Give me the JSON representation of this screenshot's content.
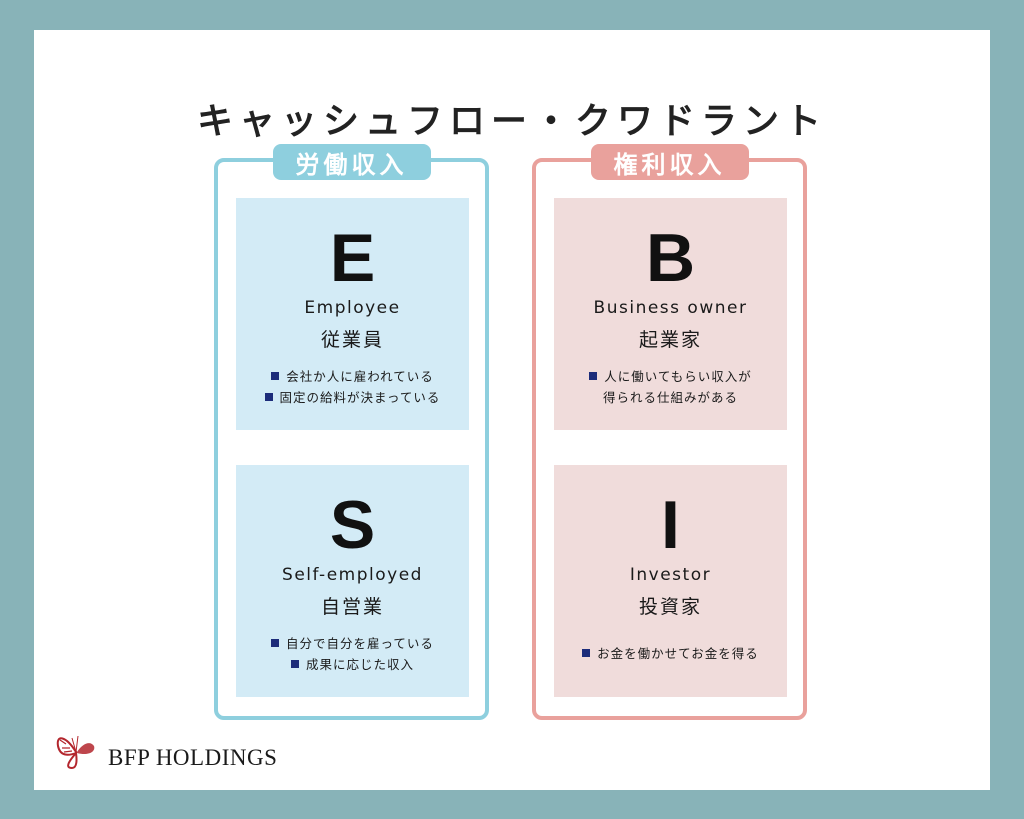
{
  "title": "キャッシュフロー・クワドラント",
  "colors": {
    "frame": "#88b3b8",
    "labor": "#8ecfde",
    "rights": "#e9a19c",
    "bullet": "#1c2c7a"
  },
  "groups": {
    "left": {
      "tag": "労働収入",
      "top": {
        "letter": "E",
        "en": "Employee",
        "ja": "従業員",
        "bullets": [
          "会社か人に雇われている",
          "固定の給料が決まっている"
        ]
      },
      "bottom": {
        "letter": "S",
        "en": "Self-employed",
        "ja": "自営業",
        "bullets": [
          "自分で自分を雇っている",
          "成果に応じた収入"
        ]
      }
    },
    "right": {
      "tag": "権利収入",
      "top": {
        "letter": "B",
        "en": "Business owner",
        "ja": "起業家",
        "bullet_lines": [
          "人に働いてもらい収入が",
          "得られる仕組みがある"
        ]
      },
      "bottom": {
        "letter": "I",
        "en": "Investor",
        "ja": "投資家",
        "bullets": [
          "お金を働かせてお金を得る"
        ]
      }
    }
  },
  "logo": {
    "text": "BFP HOLDINGS",
    "icon": "butterfly-icon"
  }
}
